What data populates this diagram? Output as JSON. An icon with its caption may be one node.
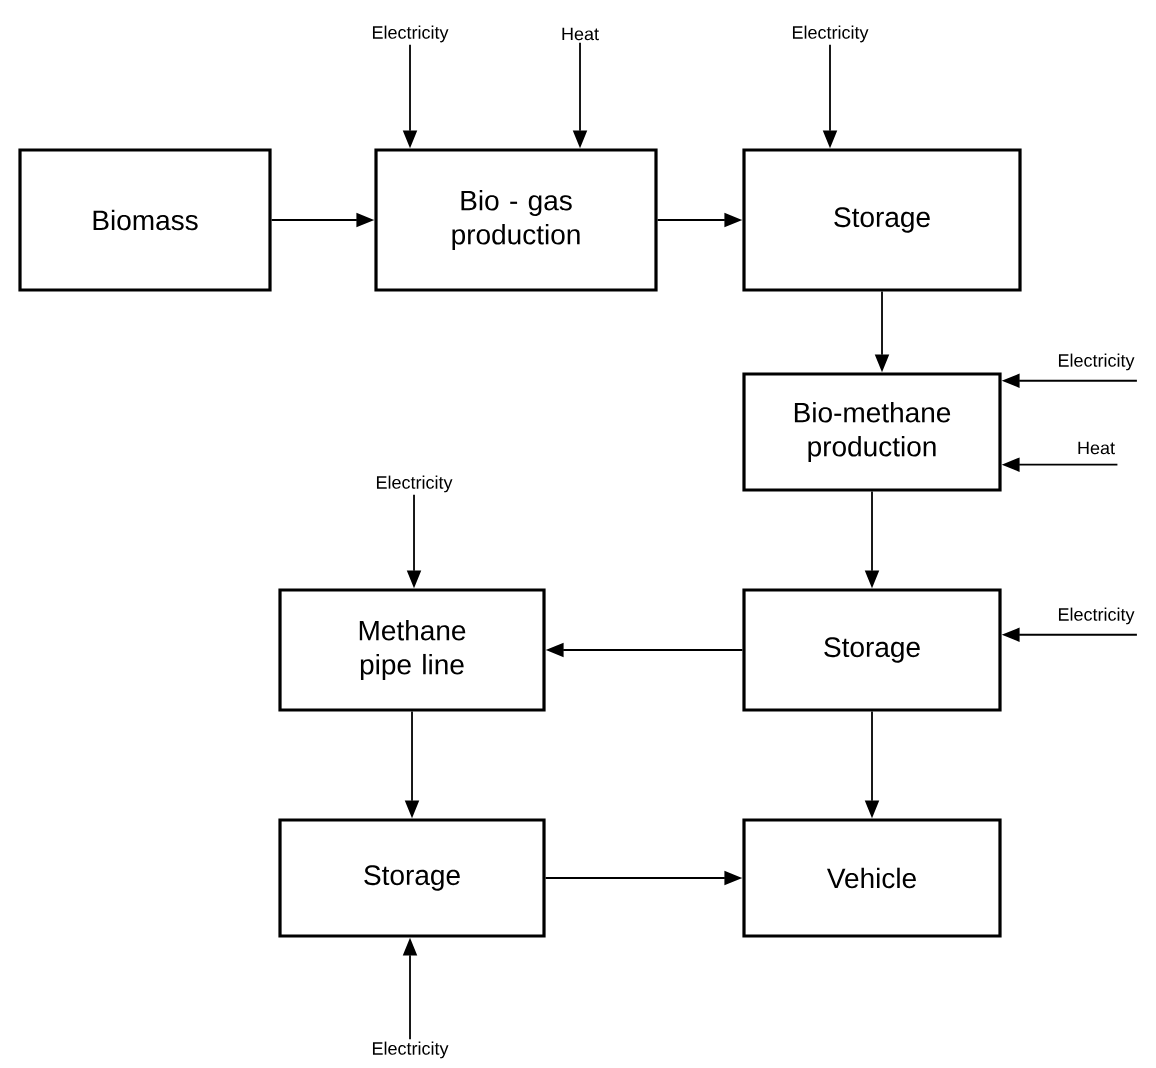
{
  "diagram": {
    "nodes": [
      {
        "text": [
          "Biomass"
        ]
      },
      {
        "text": [
          "Bio - gas production"
        ]
      },
      {
        "text": [
          "Storage"
        ]
      },
      {
        "text": [
          "Bio-methane production"
        ]
      },
      {
        "text": [
          "Storage"
        ]
      },
      {
        "text": [
          "Methane pipe line"
        ]
      },
      {
        "text": [
          "Storage"
        ]
      },
      {
        "text": [
          "Vehicle"
        ]
      },
      {
        "text": [
          "Electricity"
        ]
      },
      {
        "text": [
          "Heat"
        ]
      },
      {
        "text": [
          "Electricity"
        ]
      },
      {
        "text": [
          "Electricity"
        ]
      },
      {
        "text": [
          "Heat"
        ]
      },
      {
        "text": [
          "Electricity"
        ]
      },
      {
        "text": [
          "Electricity"
        ]
      },
      {
        "text": [
          "Electricity"
        ]
      }
    ],
    "edges": [
      {
        "from": 0,
        "to": 1,
        "arrow": "to"
      },
      {
        "from": 1,
        "to": 2,
        "arrow": "to"
      },
      {
        "from": 2,
        "to": 3,
        "arrow": "to"
      },
      {
        "from": 3,
        "to": 4,
        "arrow": "to"
      },
      {
        "from": 4,
        "to": 5,
        "arrow": "to"
      },
      {
        "from": 4,
        "to": 7,
        "arrow": "to"
      },
      {
        "from": 5,
        "to": 6,
        "arrow": "to"
      },
      {
        "from": 6,
        "to": 7,
        "arrow": "to"
      },
      {
        "from": 8,
        "to": 1,
        "arrow": "to"
      },
      {
        "from": 9,
        "to": 1,
        "arrow": "to"
      },
      {
        "from": 10,
        "to": 2,
        "arrow": "to"
      },
      {
        "from": 11,
        "to": 3,
        "arrow": "to"
      },
      {
        "from": 12,
        "to": 3,
        "arrow": "to"
      },
      {
        "from": 13,
        "to": 5,
        "arrow": "to"
      },
      {
        "from": 14,
        "to": 4,
        "arrow": "to"
      },
      {
        "from": 15,
        "to": 6,
        "arrow": "to"
      }
    ]
  }
}
